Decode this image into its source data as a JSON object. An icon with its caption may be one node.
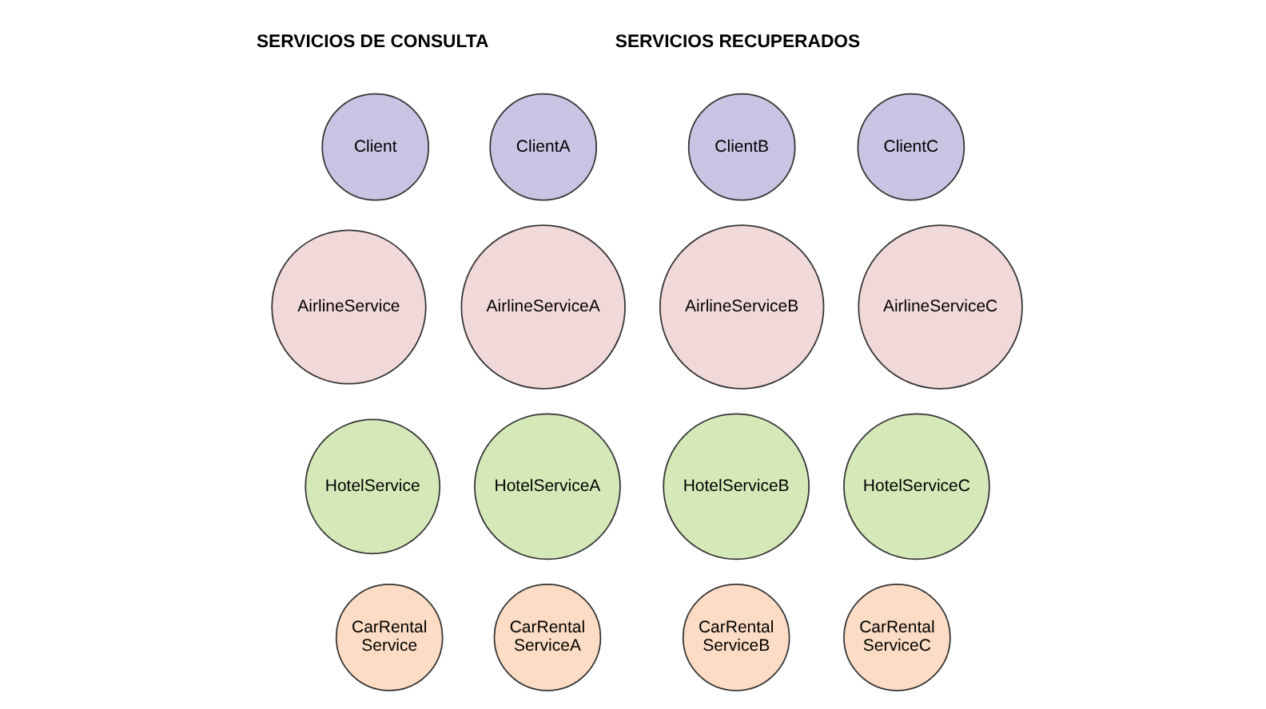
{
  "diagram": {
    "nodes": [
      {
        "text": [
          "Client"
        ]
      },
      {
        "text": [
          "ClientA"
        ]
      },
      {
        "text": [
          "ClientB"
        ]
      },
      {
        "text": [
          "ClientC"
        ]
      },
      {
        "text": [
          "AirlineService"
        ]
      },
      {
        "text": [
          "AirlineServiceA"
        ]
      },
      {
        "text": [
          "AirlineServiceB"
        ]
      },
      {
        "text": [
          "AirlineServiceC"
        ]
      },
      {
        "text": [
          "HotelService"
        ]
      },
      {
        "text": [
          "HotelServiceA"
        ]
      },
      {
        "text": [
          "HotelServiceB"
        ]
      },
      {
        "text": [
          "HotelServiceC"
        ]
      },
      {
        "text": [
          "CarRental Service"
        ]
      },
      {
        "text": [
          "CarRental ServiceA"
        ]
      },
      {
        "text": [
          "CarRental ServiceB"
        ]
      },
      {
        "text": [
          "CarRental ServiceC"
        ]
      }
    ],
    "edges": [],
    "labels": [
      "SERVICIOS DE CONSULTA",
      "SERVICIOS RECUPERADOS"
    ]
  }
}
